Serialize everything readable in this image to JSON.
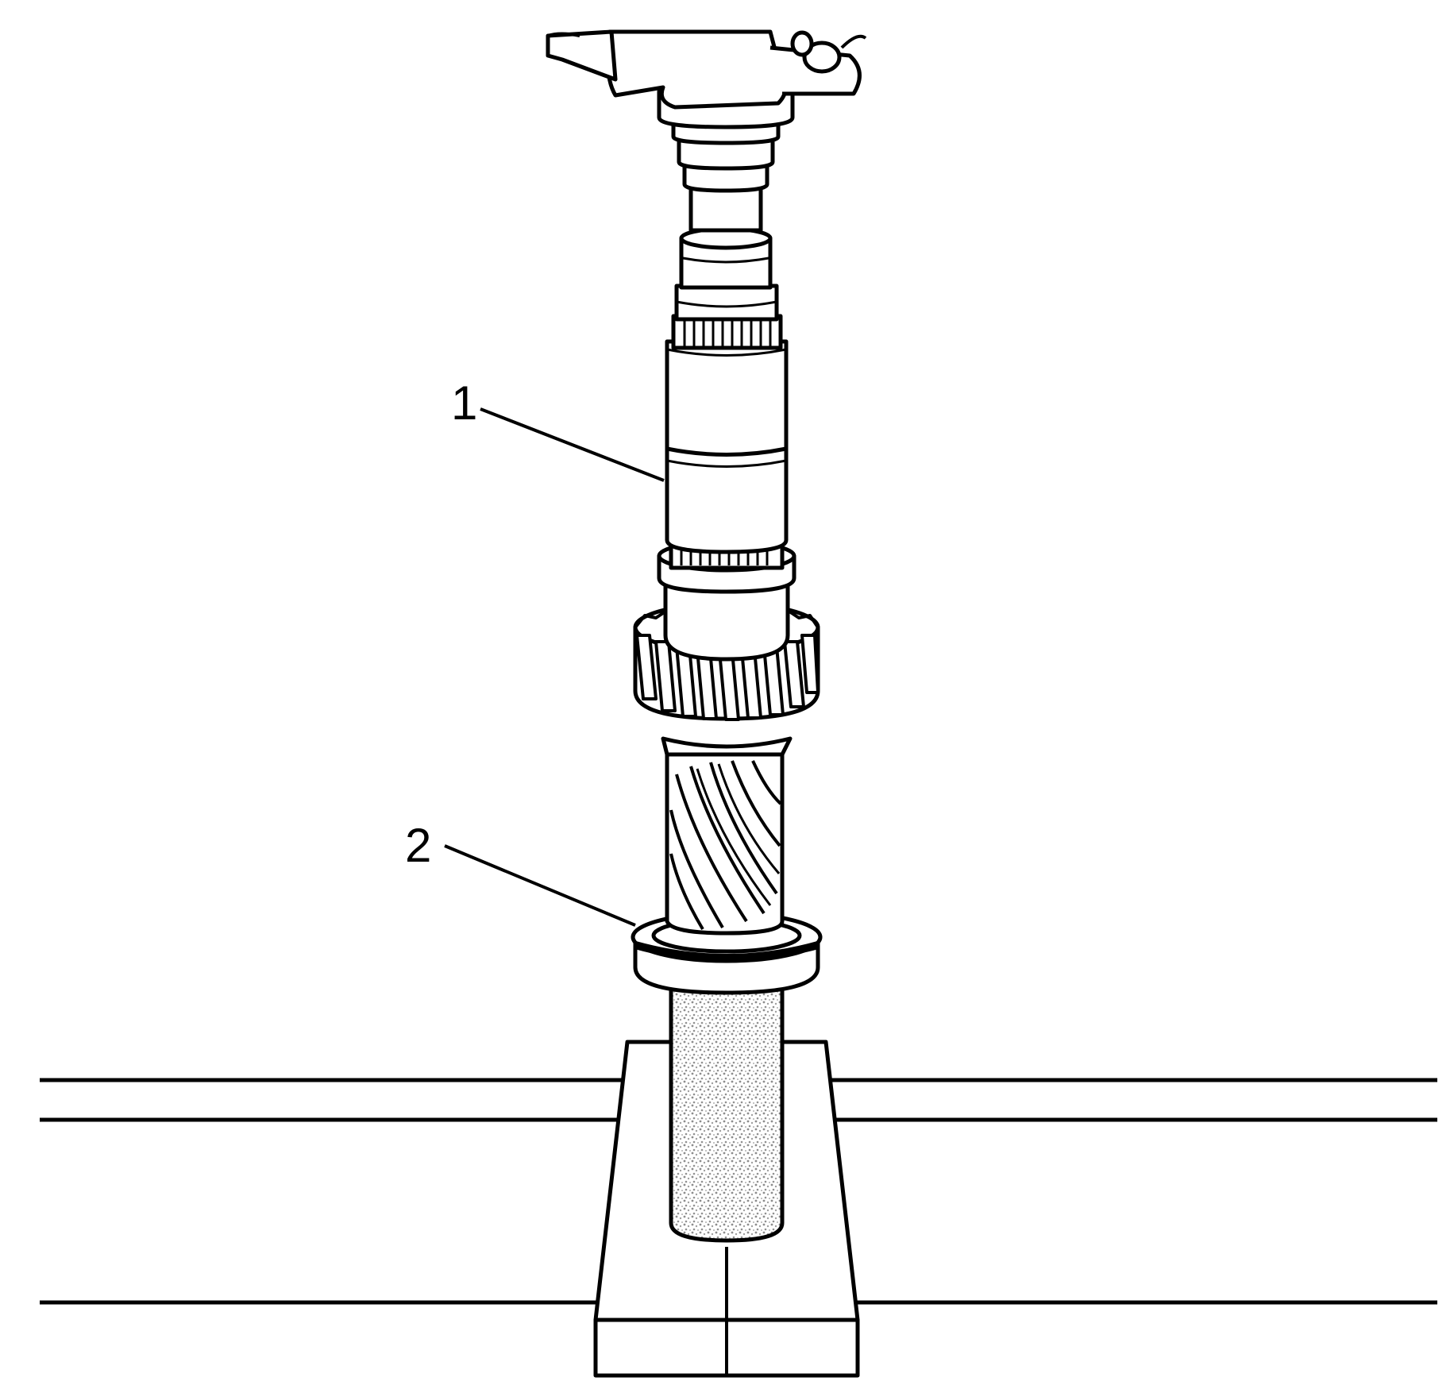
{
  "figure": {
    "callouts": [
      {
        "id": "callout-1",
        "number": "1"
      },
      {
        "id": "callout-2",
        "number": "2"
      }
    ]
  },
  "colors": {
    "ink": "#000000",
    "paper": "#ffffff",
    "stipple": "#9a9a9a"
  }
}
